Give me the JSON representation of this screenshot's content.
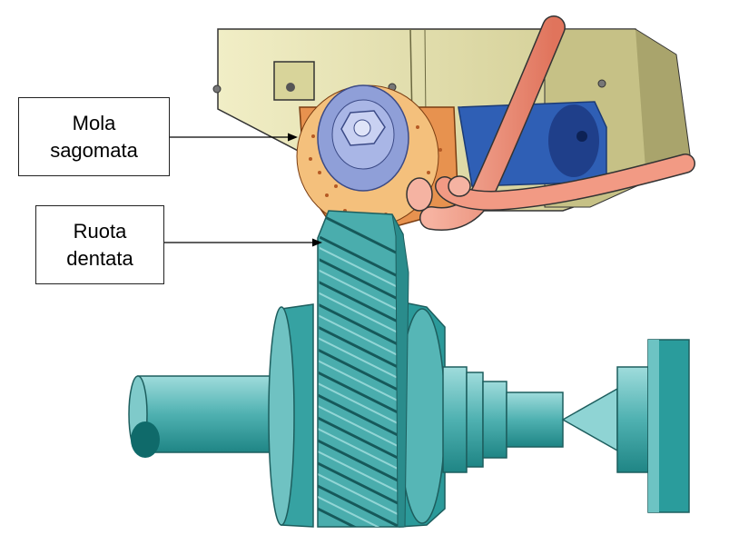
{
  "labels": {
    "grinding_wheel": {
      "line1": "Mola",
      "line2": "sagomata"
    },
    "gear": {
      "line1": "Ruota",
      "line2": "dentata"
    }
  },
  "colors": {
    "housing": "#e6e2a8",
    "housing_dark": "#b9b479",
    "wheel_orange": "#e98a4a",
    "hub_blue": "#8fa4dd",
    "hose": "#f08f78",
    "teal": "#3fa6a6",
    "teal_light": "#86cfcf",
    "teal_dark": "#1e7f7f"
  }
}
